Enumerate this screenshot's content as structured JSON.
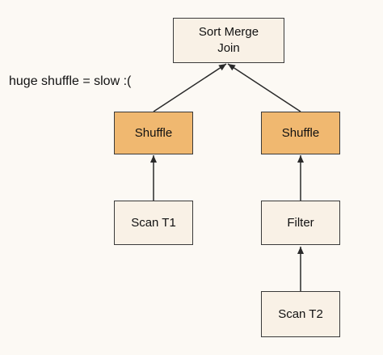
{
  "annotation": "huge shuffle = slow :(",
  "nodes": {
    "sort_merge_join": {
      "label": "Sort Merge\nJoin"
    },
    "shuffle_left": {
      "label": "Shuffle"
    },
    "shuffle_right": {
      "label": "Shuffle"
    },
    "scan_t1": {
      "label": "Scan T1"
    },
    "filter": {
      "label": "Filter"
    },
    "scan_t2": {
      "label": "Scan T2"
    }
  },
  "colors": {
    "background": "#fcf9f4",
    "plain_node": "#f9f1e6",
    "shuffle_node": "#f0b870",
    "border": "#3a3a3a",
    "edge": "#2a2a2a"
  }
}
